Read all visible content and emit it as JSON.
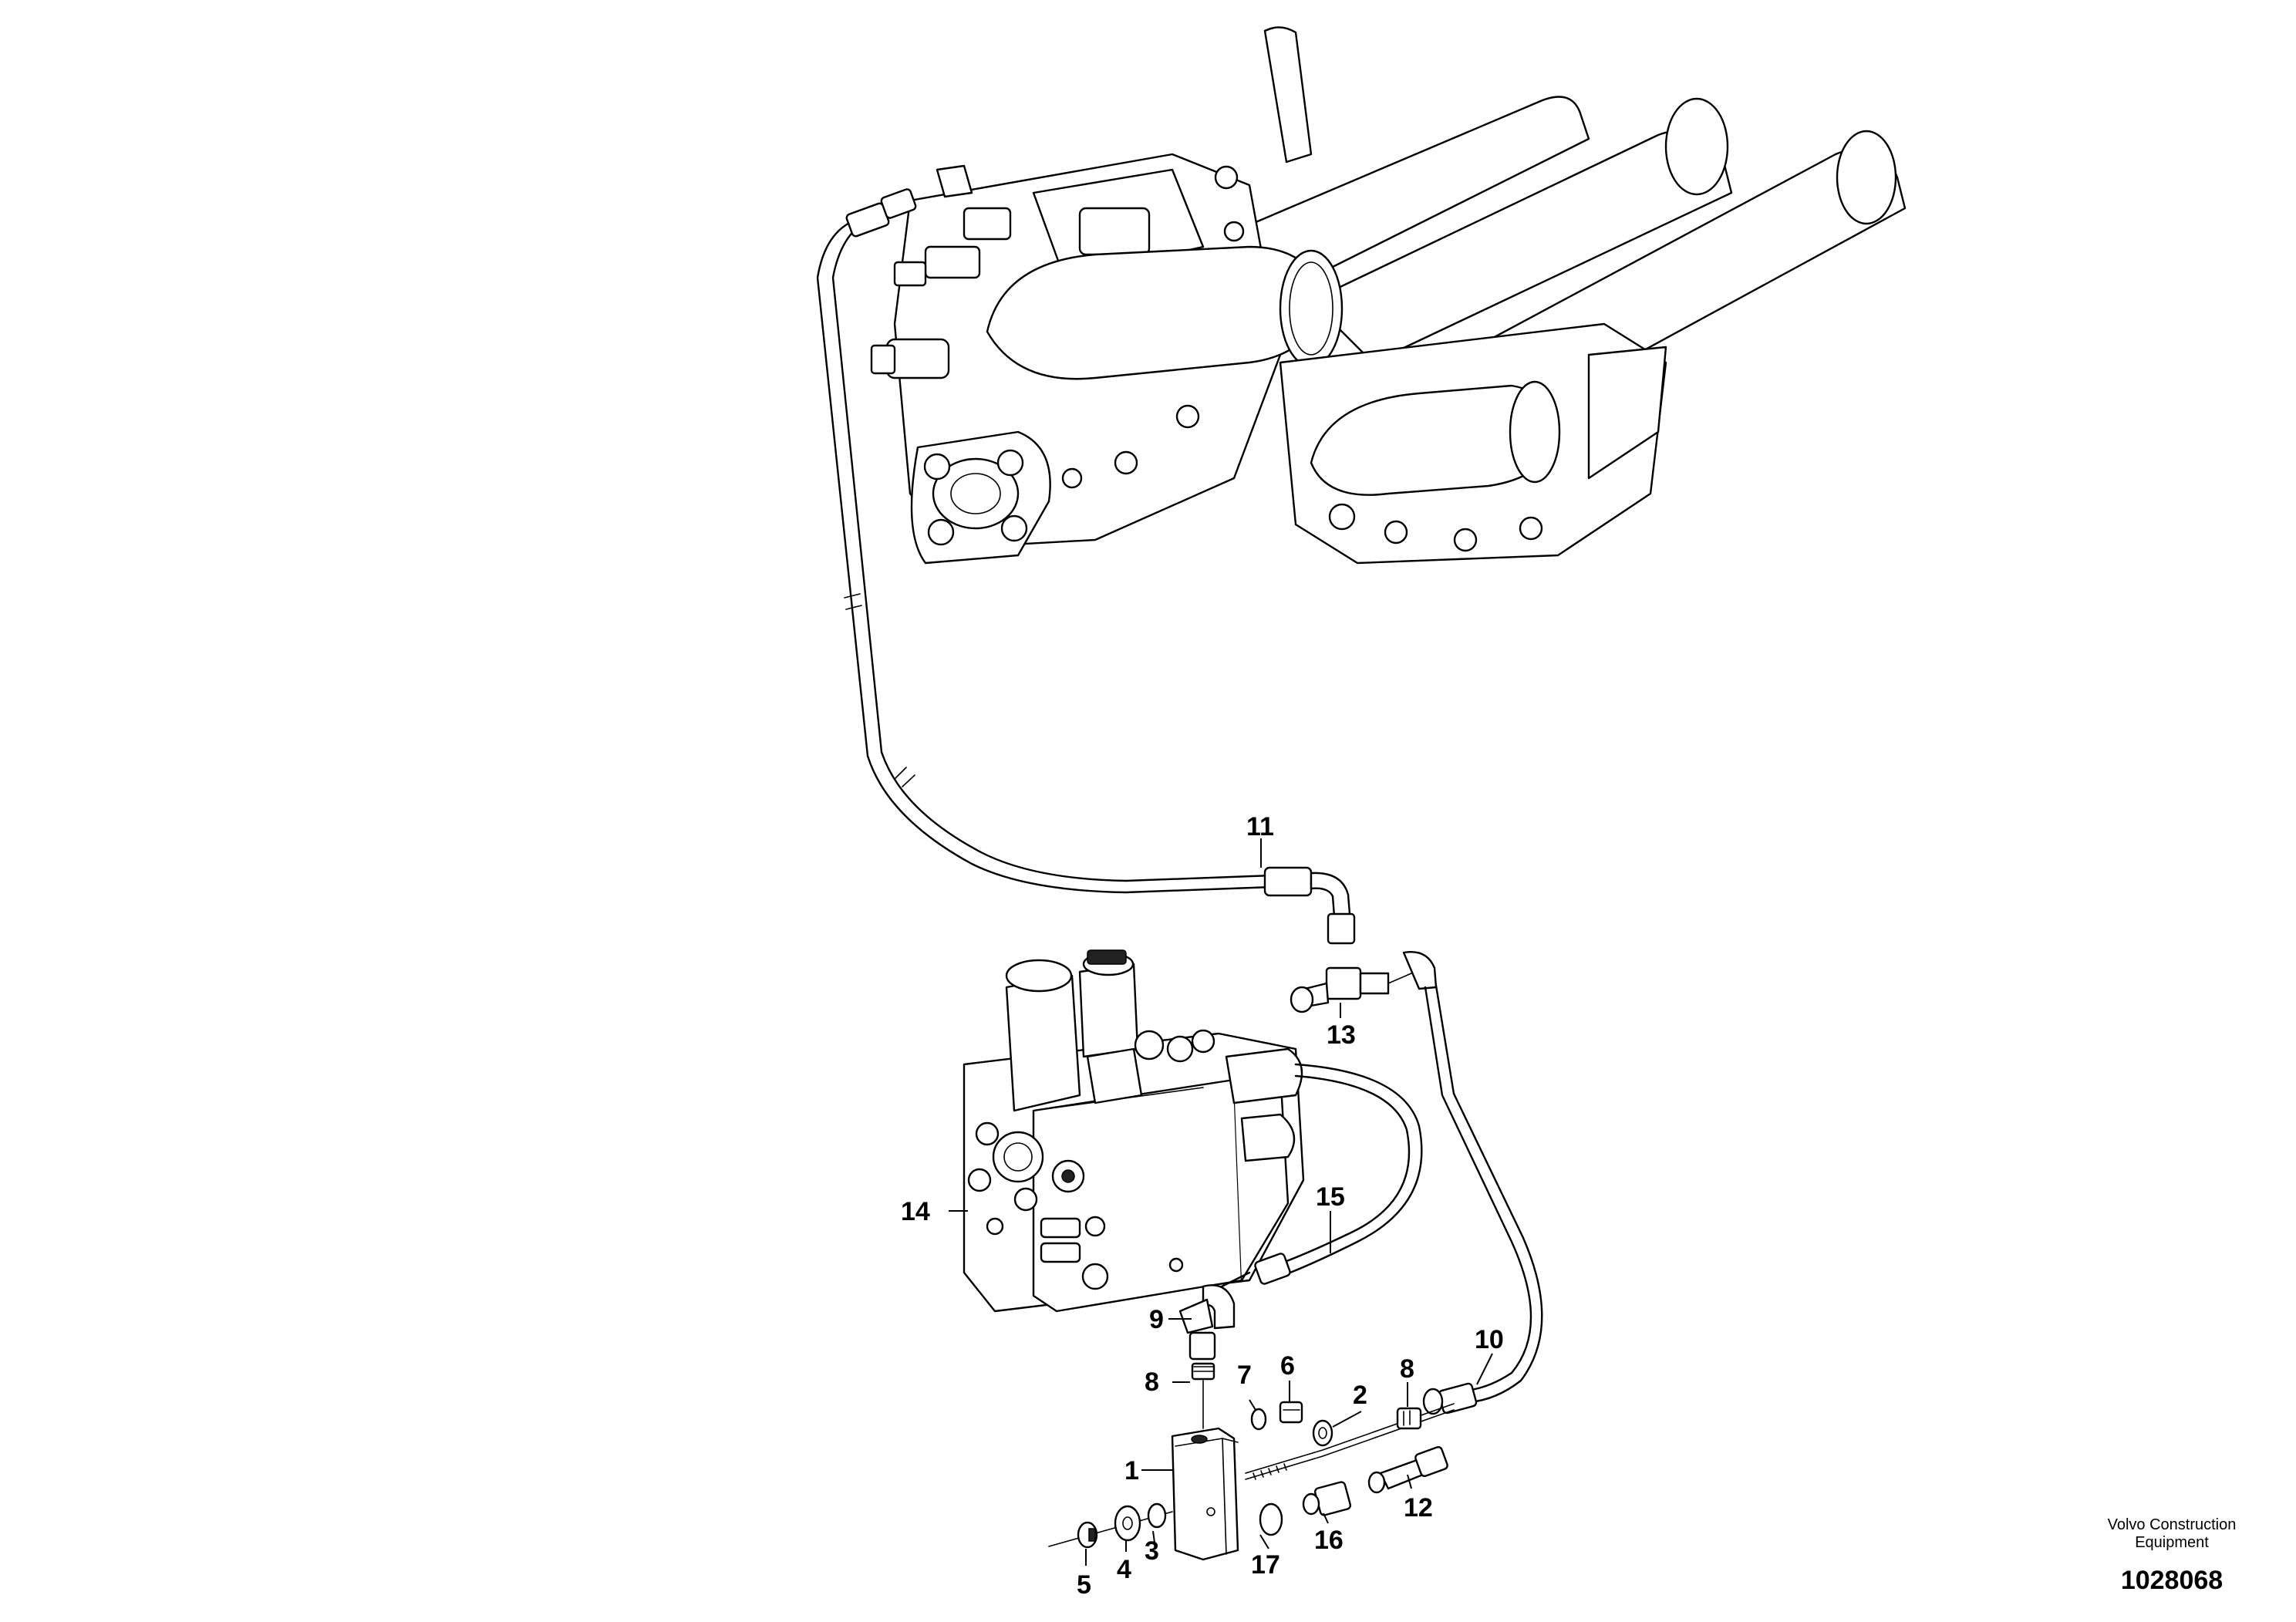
{
  "brand": {
    "line1": "Volvo Construction",
    "line2": "Equipment"
  },
  "document_number": "1028068",
  "callouts": {
    "c1": "1",
    "c2": "2",
    "c3": "3",
    "c4": "4",
    "c5": "5",
    "c6": "6",
    "c7": "7",
    "c8a": "8",
    "c8b": "8",
    "c9": "9",
    "c10": "10",
    "c11": "11",
    "c12": "12",
    "c13": "13",
    "c14": "14",
    "c15": "15",
    "c16": "16",
    "c17": "17"
  }
}
